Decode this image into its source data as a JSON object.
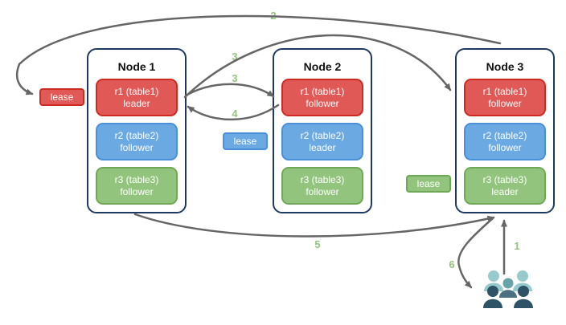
{
  "nodes": [
    {
      "title": "Node 1",
      "replicas": [
        {
          "line1": "r1 (table1)",
          "line2": "leader",
          "color": "red"
        },
        {
          "line1": "r2 (table2)",
          "line2": "follower",
          "color": "blue"
        },
        {
          "line1": "r3 (table3)",
          "line2": "follower",
          "color": "green"
        }
      ]
    },
    {
      "title": "Node 2",
      "replicas": [
        {
          "line1": "r1 (table1)",
          "line2": "follower",
          "color": "red"
        },
        {
          "line1": "r2 (table2)",
          "line2": "leader",
          "color": "blue"
        },
        {
          "line1": "r3 (table3)",
          "line2": "follower",
          "color": "green"
        }
      ]
    },
    {
      "title": "Node 3",
      "replicas": [
        {
          "line1": "r1 (table1)",
          "line2": "follower",
          "color": "red"
        },
        {
          "line1": "r2 (table2)",
          "line2": "follower",
          "color": "blue"
        },
        {
          "line1": "r3 (table3)",
          "line2": "leader",
          "color": "green"
        }
      ]
    }
  ],
  "leases": [
    {
      "label": "lease",
      "color": "red"
    },
    {
      "label": "lease",
      "color": "blue"
    },
    {
      "label": "lease",
      "color": "green"
    }
  ],
  "steps": {
    "step1": "1",
    "step2": "2",
    "step3_upper": "3",
    "step3_lower": "3",
    "step4": "4",
    "step5": "5",
    "step6": "6"
  },
  "icon_names": {
    "users": "users-icon"
  },
  "colors": {
    "replica_red": "#e15957",
    "replica_red_border": "#cd2a21",
    "replica_blue": "#6aa9e2",
    "replica_blue_border": "#4a90d9",
    "replica_green": "#93c47d",
    "replica_green_border": "#6fa957",
    "node_border": "#1f3a60",
    "arrow": "#666666",
    "step_label": "#93c47d",
    "users_light": "#96cacd",
    "users_mid_head": "#68a4ab",
    "users_mid_body": "#4a7082",
    "users_dark": "#2e5266"
  }
}
